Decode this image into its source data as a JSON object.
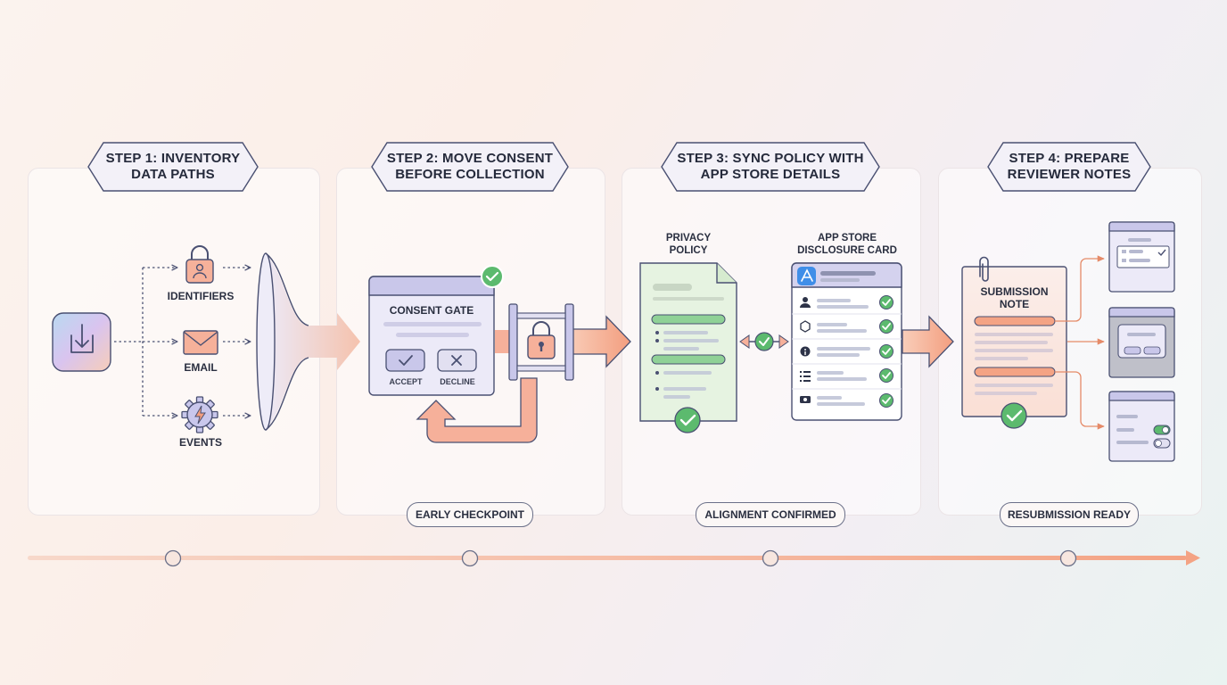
{
  "steps": [
    {
      "title": "STEP 1: INVENTORY\nDATA PATHS"
    },
    {
      "title": "STEP 2: MOVE CONSENT\nBEFORE COLLECTION"
    },
    {
      "title": "STEP 3: SYNC POLICY WITH\nAPP STORE DETAILS"
    },
    {
      "title": "STEP 4: PREPARE\nREVIEWER NOTES"
    }
  ],
  "step1": {
    "sources": [
      "IDENTIFIERS",
      "EMAIL",
      "EVENTS"
    ],
    "icons": [
      "download-icon",
      "lock-person-icon",
      "envelope-icon",
      "gear-bolt-icon"
    ]
  },
  "step2": {
    "gate_title": "CONSENT GATE",
    "accept_label": "ACCEPT",
    "decline_label": "DECLINE",
    "checkpoint": "EARLY CHECKPOINT"
  },
  "step3": {
    "policy_title": "PRIVACY\nPOLICY",
    "card_title": "APP STORE\nDISCLOSURE CARD",
    "status": "ALIGNMENT CONFIRMED"
  },
  "step4": {
    "note_title": "SUBMISSION\nNOTE",
    "status": "RESUBMISSION READY"
  },
  "colors": {
    "accent": "#f4a384",
    "accent_dark": "#e58a68",
    "navy": "#4a5072",
    "panel_lilac": "#eceaf8",
    "check_green": "#5cba6e",
    "policy_green": "#e6f3e1"
  }
}
